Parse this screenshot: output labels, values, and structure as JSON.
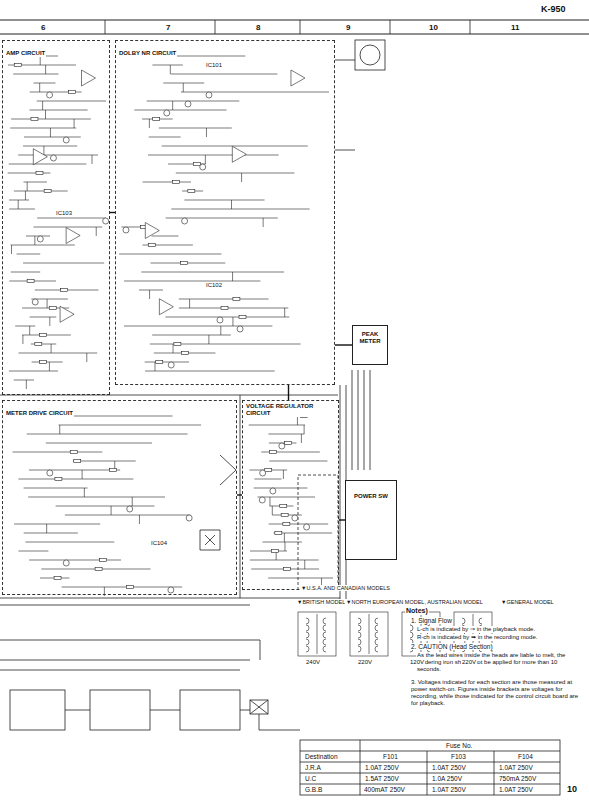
{
  "diagram": {
    "nodes": [
      {
        "text": [
          "DOLBY NR CIRCUIT"
        ]
      },
      {
        "text": [
          "AMP CIRCUIT"
        ]
      },
      {
        "text": [
          "METER DRIVE CIRCUIT"
        ]
      },
      {
        "text": [
          "VOLTAGE REGULATOR CIRCUIT"
        ]
      },
      {
        "text": [
          "PEAK METER"
        ]
      },
      {
        "text": [
          "POWER SW"
        ]
      }
    ],
    "edges": [
      {
        "from": 1,
        "to": 0,
        "arrow": "none"
      },
      {
        "from": 0,
        "to": 4,
        "arrow": "none"
      },
      {
        "from": 2,
        "to": 3,
        "arrow": "none"
      },
      {
        "from": 5,
        "to": 3,
        "arrow": "none"
      },
      {
        "from": 3,
        "to": 0,
        "arrow": "none"
      }
    ],
    "labels": [
      "K-950",
      "6",
      "7",
      "8",
      "9",
      "10",
      "11",
      "▼BRITISH MODEL",
      "▼NORTH EUROPEAN MODEL, AUSTRALIAN MODEL",
      "▼U.S.A. AND CANADIAN MODELS",
      "▼GENERAL MODEL",
      "Notes)",
      "1. Signal Flow",
      "L-ch is indicated by ⇒ in the playback mode.",
      "R-ch is indicated by ➡ in the recording mode.",
      "2. CAUTION (Head Section)",
      "As the lead wires inside the heads are liable to melt, the soldering iron should not be applied for more than 10 seconds.",
      "3. Voltages indicated for each section are those measured at power switch-on. Figures inside brackets are voltages for recording, while those indicated for the control circuit board are for playback.",
      "Fuse No.",
      "Destination",
      "F101",
      "F103",
      "F104",
      "J.R.A",
      "1.0AT 250V",
      "1.0AT 250V",
      "1.0AT 250V",
      "U.C",
      "1.5AT 250V",
      "1.0A 250V",
      "750mA 250V",
      "G.B.B",
      "400mAT 250V",
      "1.0AT 250V",
      "1.0AT 250V",
      "10",
      "IC101",
      "IC102",
      "IC103",
      "IC104",
      "240V",
      "220V",
      "120V",
      "220V"
    ]
  }
}
